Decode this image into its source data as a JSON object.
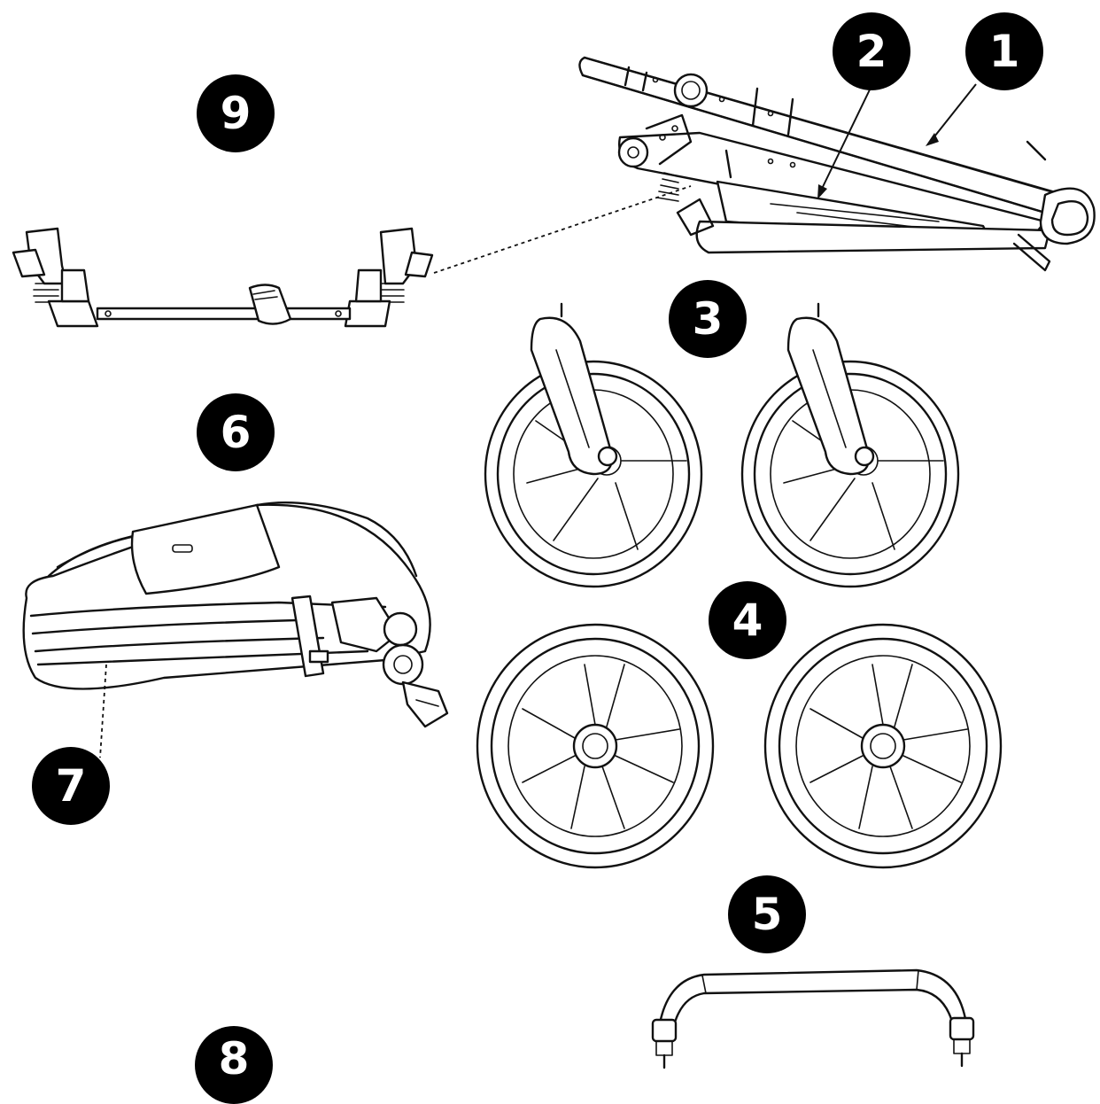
{
  "callouts": {
    "c1": "1",
    "c2": "2",
    "c3": "3",
    "c4": "4",
    "c5": "5",
    "c6": "6",
    "c7": "7",
    "c8": "8",
    "c9": "9"
  },
  "parts": [
    {
      "number": "1",
      "icon": "folded-chassis-frame-icon"
    },
    {
      "number": "2",
      "icon": "basket-icon"
    },
    {
      "number": "3",
      "icon": "front-swivel-wheels-icon"
    },
    {
      "number": "4",
      "icon": "rear-wheels-icon"
    },
    {
      "number": "5",
      "icon": "bumper-bar-icon"
    },
    {
      "number": "6",
      "icon": "seat-unit-icon"
    },
    {
      "number": "7",
      "icon": "seat-strap-icon"
    },
    {
      "number": "8",
      "icon": "unillustrated-part"
    },
    {
      "number": "9",
      "icon": "car-seat-adapter-icon"
    }
  ],
  "colors": {
    "ink": "#111111",
    "badge": "#000000",
    "badge_text": "#ffffff",
    "background": "#ffffff"
  }
}
